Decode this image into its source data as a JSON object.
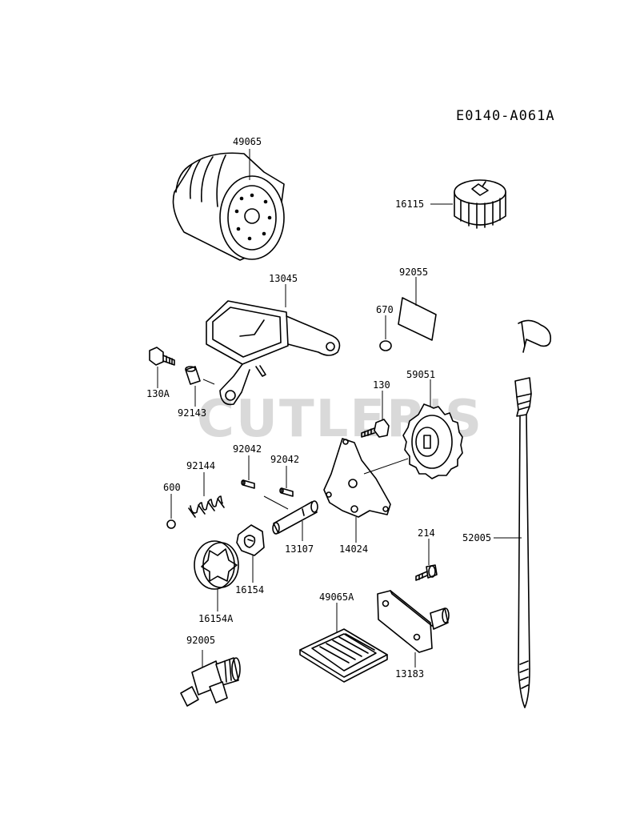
{
  "diagram_code": "E0140-A061A",
  "watermark": "CUTLER'S",
  "parts": {
    "p49065": "49065",
    "p16115": "16115",
    "p13045": "13045",
    "p92055": "92055",
    "p670": "670",
    "p130A": "130A",
    "p92143": "92143",
    "p130": "130",
    "p59051": "59051",
    "p92042a": "92042",
    "p92042b": "92042",
    "p92144": "92144",
    "p600": "600",
    "p13107": "13107",
    "p14024": "14024",
    "p16154": "16154",
    "p16154A": "16154A",
    "p214": "214",
    "p52005": "52005",
    "p49065A": "49065A",
    "p13183": "13183",
    "p92005": "92005"
  }
}
